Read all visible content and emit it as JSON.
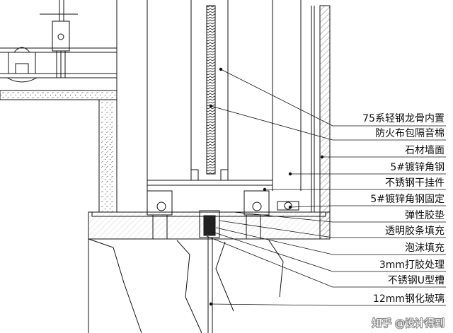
{
  "labels": [
    "75系轻钢龙骨内置",
    "防火布包隔音棉",
    "石材墙面",
    "5#镀锌角钢",
    "不锈钢干挂件",
    "5#镀锌角钢固定",
    "弹性胶垫",
    "透明胶条填充",
    "泡沫填充",
    "3mm打胶处理",
    "不锈钢U型槽",
    "12mm钢化玻璃"
  ],
  "watermark": "知乎 @设计得到",
  "colors": {
    "line": "#111111",
    "background": "#ffffff",
    "watermark_text": "#ffffff"
  }
}
